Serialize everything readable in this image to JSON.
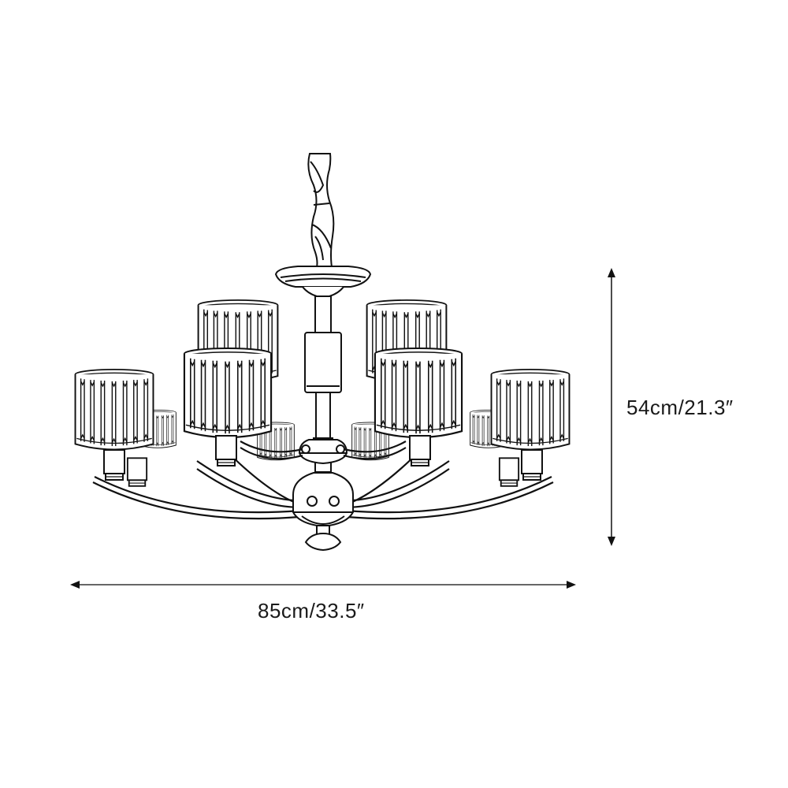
{
  "diagram": {
    "subject": "chandelier",
    "style": "line-art",
    "stroke_color": "#111111",
    "background": "#ffffff",
    "dimension_line_color": "#444444"
  },
  "dimensions": {
    "height": {
      "label": "54cm/21.3″",
      "orientation": "vertical"
    },
    "width": {
      "label": "85cm/33.5″",
      "orientation": "horizontal"
    }
  },
  "components": {
    "chain": "twisted-chain-icon",
    "canopy": "canopy-icon",
    "stem": "stem-icon",
    "body": "center-body-icon",
    "finial": "finial-icon",
    "arms": 8,
    "shades": 8,
    "shade_type": "crystal-prism-cylinder"
  }
}
